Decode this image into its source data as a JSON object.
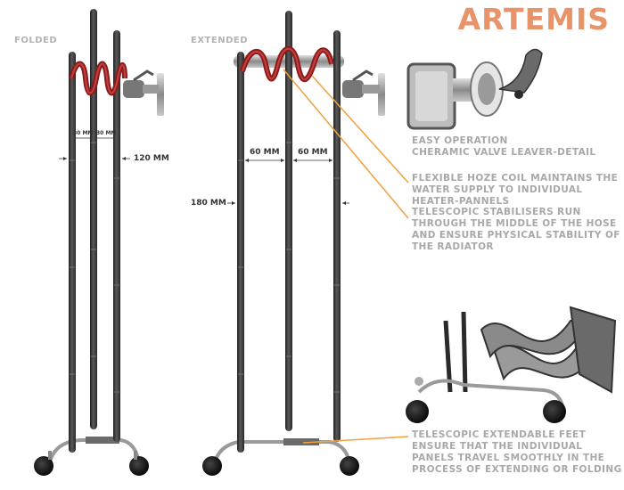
{
  "title": "ARTEMIS",
  "views": {
    "folded": "FOLDED",
    "extended": "EXTENDED"
  },
  "dimensions": {
    "folded_gap_1": "30 MM",
    "folded_gap_2": "30 MM",
    "folded_depth": "120 MM",
    "extended_gap_1": "60 MM",
    "extended_gap_2": "60 MM",
    "extended_depth": "180 MM"
  },
  "callouts": {
    "valve": "EASY OPERATION\nCHERAMIC VALVE LEAVER-DETAIL",
    "hose": "FLEXIBLE HOZE COIL MAINTAINS THE\nWATER SUPPLY TO INDIVIDUAL\nHEATER-PANNELS",
    "stabilisers": "TELESCOPIC STABILISERS RUN\nTHROUGH THE MIDDLE OF THE HOSE\nAND ENSURE PHYSICAL STABILITY OF\nTHE RADIATOR",
    "feet": "TELESCOPIC EXTENDABLE FEET\nENSURE THAT THE INDIVIDUAL\nPANELS TRAVEL SMOOTHLY IN THE\nPROCESS OF EXTENDING OR FOLDING"
  },
  "colors": {
    "title": "#e8936a",
    "callout_line": "#f0a040",
    "coil": "#8b1a1a",
    "panel": "#3a3a3a",
    "label": "#b3b3b3"
  }
}
